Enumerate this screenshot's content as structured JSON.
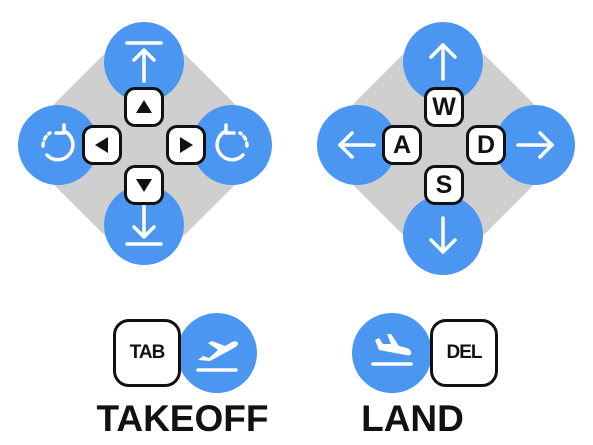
{
  "colors": {
    "accent": "#4a96f0",
    "pad": "#cfcfcf",
    "key_border": "#111111",
    "key_fill": "#ffffff"
  },
  "left_pad": {
    "buttons": [
      {
        "icon": "arrow-up-to-line-icon"
      },
      {
        "icon": "arrow-down-to-line-icon"
      },
      {
        "icon": "rotate-left-icon"
      },
      {
        "icon": "rotate-right-icon"
      }
    ],
    "keys": [
      {
        "icon": "triangle-up-icon"
      },
      {
        "icon": "triangle-left-icon"
      },
      {
        "icon": "triangle-right-icon"
      },
      {
        "icon": "triangle-down-icon"
      }
    ]
  },
  "right_pad": {
    "buttons": [
      {
        "icon": "arrow-up-icon"
      },
      {
        "icon": "arrow-down-icon"
      },
      {
        "icon": "arrow-left-icon"
      },
      {
        "icon": "arrow-right-icon"
      }
    ],
    "keys": {
      "up": "W",
      "left": "A",
      "right": "D",
      "down": "S"
    }
  },
  "takeoff": {
    "key": "TAB",
    "icon": "plane-takeoff-icon",
    "label": "TAKEOFF"
  },
  "land": {
    "key": "DEL",
    "icon": "plane-landing-icon",
    "label": "LAND"
  }
}
